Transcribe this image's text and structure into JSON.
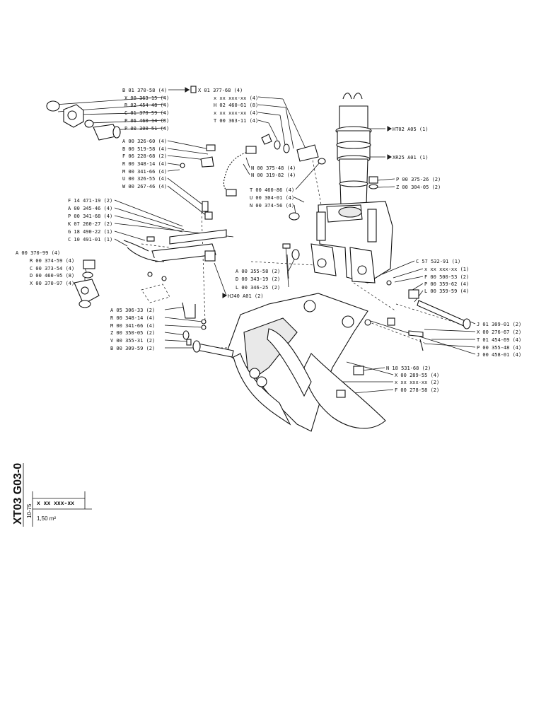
{
  "left_labels": [
    "B 01 370-58 (4)",
    "X 00 363-15 (4)",
    "R 02 454-48 (4)",
    "C 01 370-59 (4)",
    "P 06 460-14 (8)",
    "P 00 300-51 (4)",
    "A 00 326-60 (4)",
    "B 00 519-58 (4)",
    "F 06 228-68 (2)",
    "R 00 348-14 (4)",
    "M 00 341-66 (4)",
    "U 00 326-55 (4)",
    "W 00 267-46 (4)",
    "F 14 471-19 (2)",
    "A 00 345-46 (4)",
    "P 00 341-68 (4)",
    "K 07 260-27 (2)",
    "G 18 490-22 (1)",
    "C 10 491-01 (1)",
    "A 00 370-99 (4)",
    "R 00 374-59 (4)",
    "C 00 373-54 (4)",
    "D 00 460-95 (8)",
    "X 00 370-97 (4)",
    "A 05 306-33 (2)",
    "R 00 348-14 (4)",
    "M 00 341-66 (4)",
    "Z 00 350-05 (2)",
    "V 00 355-31 (2)",
    "B 00 309-59 (2)"
  ],
  "center_labels": [
    "X 01 377-68 (4)",
    "x xx xxx-xx (4)",
    "H 02 460-61 (8)",
    "x xx xxx-xx (4)",
    "T 00 363-11 (4)",
    "N 00 375-48 (4)",
    "N 00 319-82 (4)",
    "T 00 460-86 (4)",
    "U 00 304-01 (4)",
    "N 00 374-56 (4)",
    "A 00 355-58 (2)",
    "D 00 343-19 (2)",
    "L 00 346-25 (2)",
    "HJ40 A01 (2)"
  ],
  "right_labels": [
    "HT02 A05 (1)",
    "XR25 A01 (1)",
    "P 00 375-26 (2)",
    "Z 00 304-05 (2)",
    "C 57 532-91 (1)",
    "x xx xxx-xx (1)",
    "F 00 500-53 (2)",
    "P 00 359-62 (4)",
    "L 00 359-59 (4)",
    "J 01 309-01 (2)",
    "X 00 276-67 (2)",
    "T 01 454-69 (4)",
    "P 00 355-48 (4)",
    "J 00 458-01 (4)"
  ],
  "bottom_labels": [
    "N 18 531-68 (2)",
    "X 00 289-55 (4)",
    "x xx xxx-xx (2)",
    "F 00 278-58 (2)"
  ],
  "sidebar": {
    "drawing_code": "XT03 G03-0",
    "date": "10-75",
    "part_no": "x xx xxx-xx",
    "capacity": "1,50 m²"
  }
}
